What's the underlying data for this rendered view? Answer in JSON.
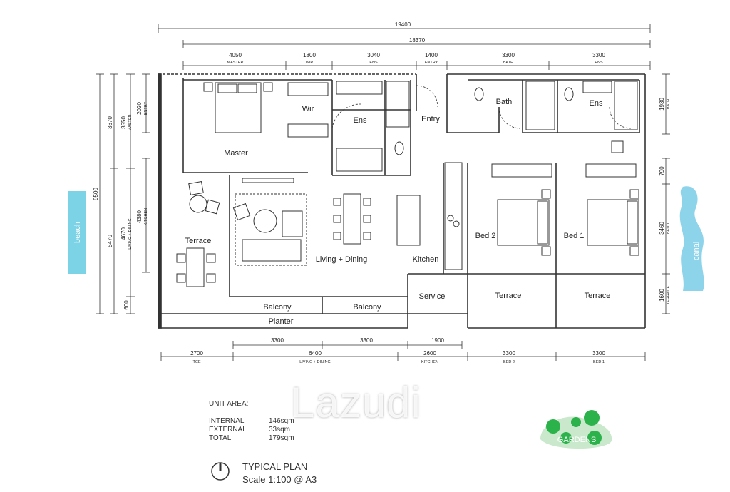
{
  "dimensions": {
    "top_total": "19400",
    "top_sub": "18370",
    "top_segments": [
      {
        "value": "4050",
        "label": "MASTER"
      },
      {
        "value": "1800",
        "label": "WIR"
      },
      {
        "value": "3040",
        "label": "ENS"
      },
      {
        "value": "1400",
        "label": "ENTRY"
      },
      {
        "value": "3300",
        "label": "BATH"
      },
      {
        "value": "3300",
        "label": "ENS"
      }
    ],
    "bottom_upper": [
      "3300",
      "3300",
      "1900"
    ],
    "bottom_segments": [
      {
        "value": "2700",
        "label": "TCE"
      },
      {
        "value": "6400",
        "label": "LIVING + DINING"
      },
      {
        "value": "2600",
        "label": "KITCHEN"
      },
      {
        "value": "3300",
        "label": "BED 2"
      },
      {
        "value": "3300",
        "label": "BED 1"
      }
    ],
    "left_total": "9500",
    "left_mid": [
      "3670",
      "5470"
    ],
    "left_inner": [
      {
        "value": "3550",
        "label": "MASTER"
      },
      {
        "value": "4670",
        "label": "LIVING + DINING"
      },
      {
        "value": "600",
        "label": ""
      }
    ],
    "left_small": [
      {
        "value": "2020",
        "label": "ENTRY"
      },
      {
        "value": "4380",
        "label": "KITCHEN"
      }
    ],
    "right": [
      {
        "value": "1930",
        "label": "BATH"
      },
      {
        "value": "790",
        "label": ""
      },
      {
        "value": "3460",
        "label": "BED 1"
      },
      {
        "value": "1600",
        "label": "TERRACE"
      }
    ]
  },
  "rooms": {
    "master": "Master",
    "wir": "Wir",
    "ens1": "Ens",
    "entry": "Entry",
    "bath": "Bath",
    "ens2": "Ens",
    "terrace_left": "Terrace",
    "living": "Living + Dining",
    "kitchen": "Kitchen",
    "bed2": "Bed 2",
    "bed1": "Bed 1",
    "service": "Service",
    "terrace_bed2": "Terrace",
    "terrace_bed1": "Terrace",
    "balcony_left": "Balcony",
    "balcony_right": "Balcony",
    "planter": "Planter"
  },
  "labels": {
    "beach": "beach",
    "canal": "canal",
    "gardens": "GARDENS"
  },
  "unit_area": {
    "heading": "UNIT AREA:",
    "rows": [
      {
        "name": "INTERNAL",
        "value": "146sqm"
      },
      {
        "name": "EXTERNAL",
        "value": "33sqm"
      },
      {
        "name": "TOTAL",
        "value": "179sqm"
      }
    ]
  },
  "plan": {
    "title": "TYPICAL PLAN",
    "scale": "Scale 1:100 @ A3"
  },
  "watermark": "Lazudi",
  "colors": {
    "beach": "#7dd3e6",
    "canal": "#8dd3ea",
    "garden_light": "#c9e8cc",
    "garden_dark": "#2bb24a",
    "wall": "#333333"
  }
}
